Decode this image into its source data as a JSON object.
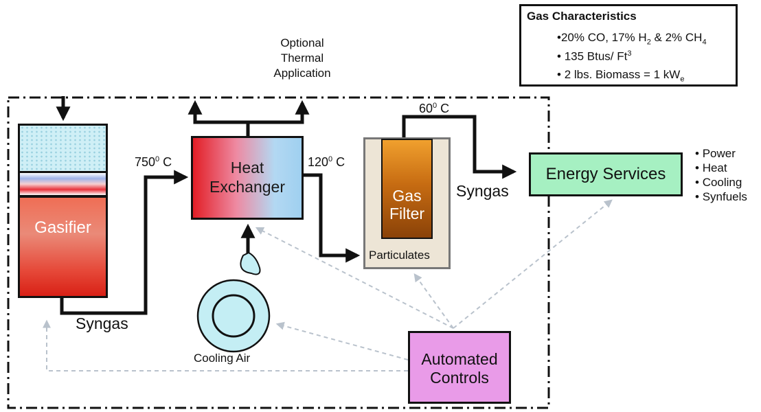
{
  "gas_characteristics": {
    "title": "Gas Characteristics",
    "item1_a": "20% CO, 17% H",
    "item1_sub1": "2",
    "item1_b": " & 2% CH",
    "item1_sub2": "4",
    "item2_a": "135 Btus/ Ft",
    "item2_sup": "3",
    "item3_a": "2 lbs. Biomass = 1 kW",
    "item3_sub": "e"
  },
  "components": {
    "gasifier": "Gasifier",
    "heat_exchanger_line1": "Heat",
    "heat_exchanger_line2": "Exchanger",
    "gas_filter_line1": "Gas",
    "gas_filter_line2": "Filter",
    "particulates": "Particulates",
    "energy_services": "Energy Services",
    "automated_controls_line1": "Automated",
    "automated_controls_line2": "Controls",
    "cooling_air": "Cooling Air"
  },
  "flows": {
    "syngas_bottom": "Syngas",
    "syngas_right": "Syngas",
    "temp_750": "750",
    "temp_120": "120",
    "temp_60": "60",
    "degree_sup": "0",
    "celsius": " C",
    "optional_line1": "Optional",
    "optional_line2": "Thermal",
    "optional_line3": "Application"
  },
  "outputs": [
    "Power",
    "Heat",
    "Cooling",
    "Synfuels"
  ],
  "colors": {
    "heat_exchanger_hot": "#e21e26",
    "heat_exchanger_cool": "#9fd0f0",
    "energy_services": "#a6f0c2",
    "automated_controls": "#e99be8",
    "gas_filter": "#c76c12",
    "control_arrows": "#b9c2cc"
  }
}
